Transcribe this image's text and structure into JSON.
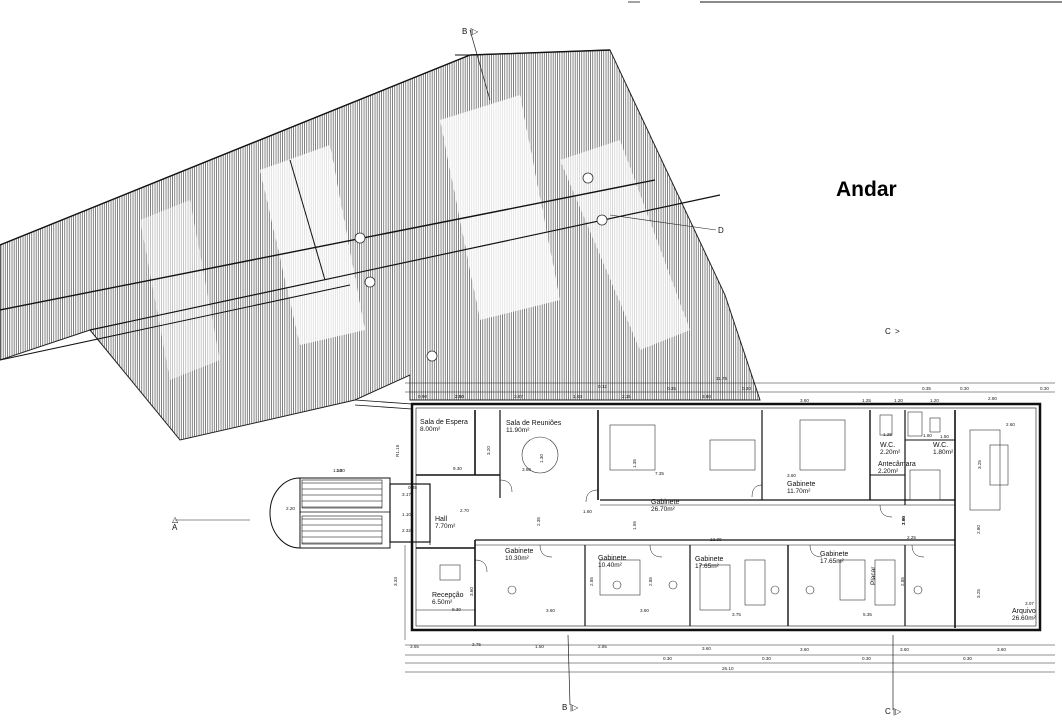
{
  "title": "Andar",
  "section_markers": {
    "b_top": "B",
    "b_bottom": "B",
    "c_right": "C",
    "c_bottom": "C",
    "d": "D",
    "a": "A"
  },
  "rooms": [
    {
      "name": "Sala de Espera",
      "area": "8.00m²"
    },
    {
      "name": "Sala de Reuniões",
      "area": "11.90m²"
    },
    {
      "name": "Gabinete",
      "area": "26.70m²"
    },
    {
      "name": "Gabinete",
      "area": "11.70m²"
    },
    {
      "name": "W.C.",
      "area": "2.20m²"
    },
    {
      "name": "W.C.",
      "area": "1.80m²"
    },
    {
      "name": "Antecâmara",
      "area": "2.20m²"
    },
    {
      "name": "Hall",
      "area": "7.70m²"
    },
    {
      "name": "Gabinete",
      "area": "10.30m²"
    },
    {
      "name": "Gabinete",
      "area": "10.40m²"
    },
    {
      "name": "Gabinete",
      "area": "17.65m²"
    },
    {
      "name": "Gabinete",
      "area": "17.65m²"
    },
    {
      "name": "Recepção",
      "area": "6.50m²"
    },
    {
      "name": "Arquivo",
      "area": "26.60m²"
    },
    {
      "name": "Placar",
      "area": ""
    }
  ],
  "dimensions": {
    "top_row": [
      "0.90",
      "2.50",
      "3.87",
      "1.63",
      "0.12",
      "2.15",
      "0.35",
      "3.80",
      "0.30",
      "3.60",
      "1.25",
      "1.20",
      "1.20",
      "2.80",
      "0.35",
      "0.30",
      "0.30",
      "11.75"
    ],
    "bottom_row": [
      "3.65",
      "3.75",
      "1.50",
      "2.85",
      "3.60",
      "3.60",
      "3.60",
      "3.60"
    ],
    "bottom_small": [
      "0.30",
      "0.30",
      "0.30",
      "0.30"
    ],
    "total": "26.10",
    "interior": [
      "9.30",
      "2.50",
      "3.60",
      "7.35",
      "3.60",
      "12.30",
      "2.25",
      "1.60",
      "2.70",
      "9.30",
      "3.60",
      "3.60",
      "3.75",
      "5.35",
      "3.07",
      "2.60",
      "2.85",
      "2.85",
      "2.85",
      "3.25",
      "2.80",
      "3.25",
      "2.35",
      "1.55",
      "1.25",
      "1.60",
      "1.50",
      "1.30",
      "1.35",
      "3.33",
      "3.60",
      "3.17",
      "2.32",
      "1.10",
      "1.10",
      "0.35",
      "2.20",
      "1.80",
      "R1.15",
      "3.20",
      "2.00",
      "2.95",
      "1.60"
    ]
  }
}
